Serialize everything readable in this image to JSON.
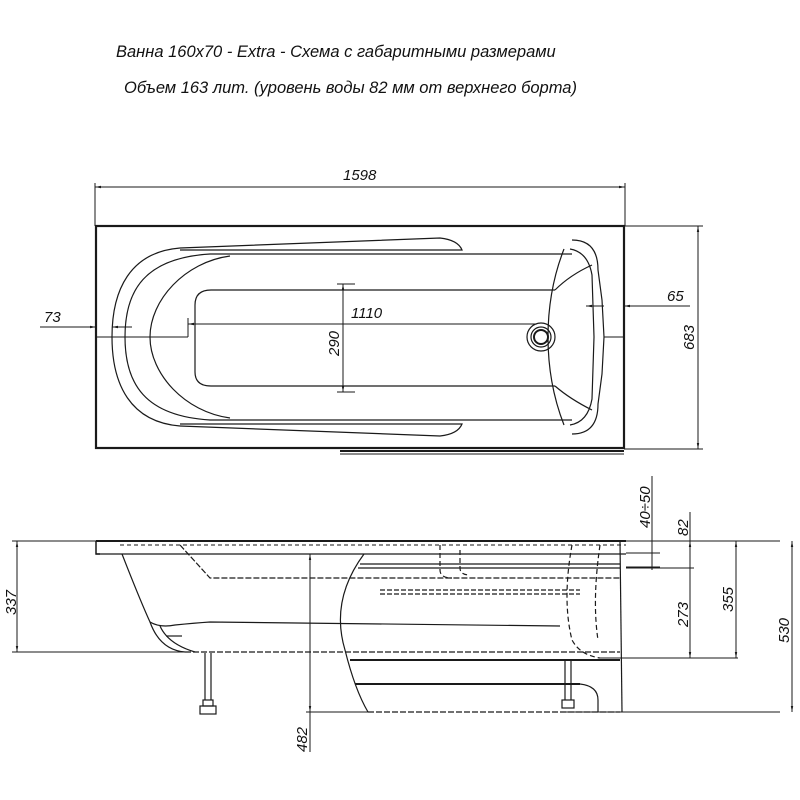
{
  "header": {
    "title": "Ванна 160x70 - Extra - Схема с габаритными размерами",
    "subtitle": "Объем 163 лит. (уровень воды 82 мм от верхнего борта)"
  },
  "top_view": {
    "dimensions": {
      "overall_length": "1598",
      "overall_width": "683",
      "inner_bottom_length": "1110",
      "inner_bottom_width": "290",
      "left_offset": "73",
      "right_offset": "65"
    }
  },
  "side_view": {
    "dimensions": {
      "left_depth": "337",
      "leg_position": "482",
      "overflow_range": "40÷50",
      "water_level_from_rim": "82",
      "water_depth": "273",
      "inner_depth": "355",
      "total_height": "530"
    }
  },
  "colors": {
    "line": "#1a1a1a",
    "background": "#ffffff"
  }
}
